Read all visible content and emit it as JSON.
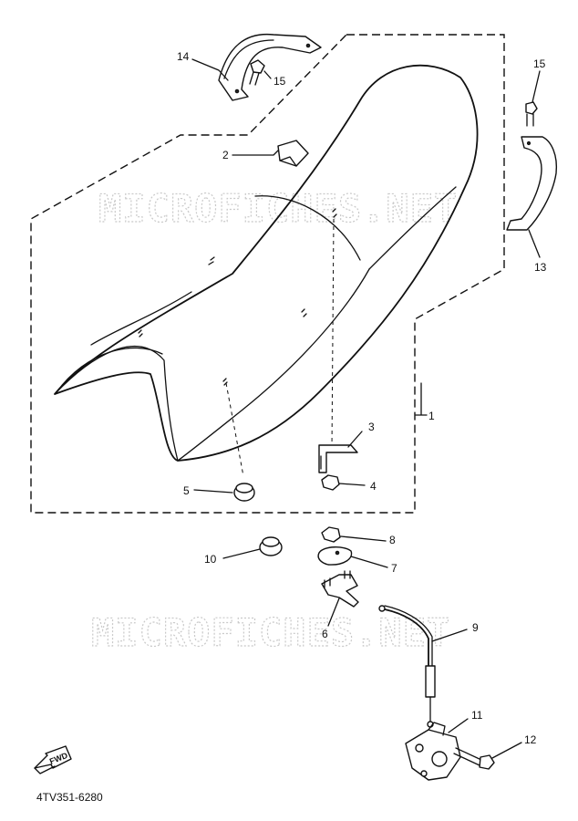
{
  "watermark": "MICROFICHES.NET",
  "fwd_label": "FWD",
  "diagram_code": "4TV351-6280",
  "callouts": [
    {
      "id": "1",
      "label": "1"
    },
    {
      "id": "2",
      "label": "2"
    },
    {
      "id": "3",
      "label": "3"
    },
    {
      "id": "4",
      "label": "4"
    },
    {
      "id": "5",
      "label": "5"
    },
    {
      "id": "6",
      "label": "6"
    },
    {
      "id": "7",
      "label": "7"
    },
    {
      "id": "8",
      "label": "8"
    },
    {
      "id": "9",
      "label": "9"
    },
    {
      "id": "10",
      "label": "10"
    },
    {
      "id": "11",
      "label": "11"
    },
    {
      "id": "12",
      "label": "12"
    },
    {
      "id": "13",
      "label": "13"
    },
    {
      "id": "14",
      "label": "14"
    },
    {
      "id": "15a",
      "label": "15"
    },
    {
      "id": "15b",
      "label": "15"
    }
  ]
}
